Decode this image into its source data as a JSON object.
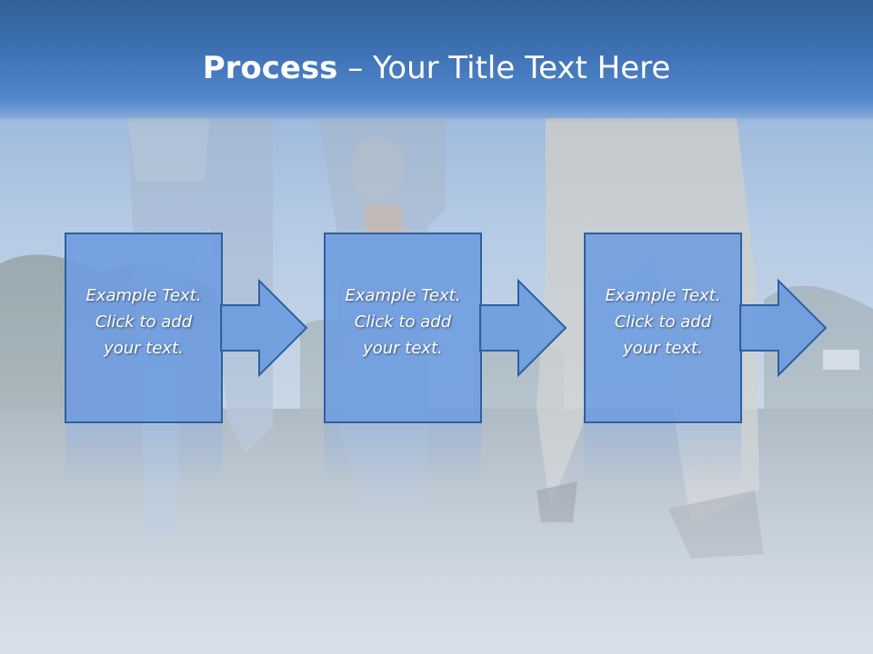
{
  "slide": {
    "title_bold": "Process",
    "title_rest": " – Your Title Text Here"
  },
  "steps": [
    {
      "line1": "Example Text.",
      "line2": "Click  to add",
      "line3": "your text."
    },
    {
      "line1": "Example Text.",
      "line2": "Click  to add",
      "line3": "your text."
    },
    {
      "line1": "Example Text.",
      "line2": "Click  to add",
      "line3": "your text."
    }
  ],
  "colors": {
    "title_bar": "#3f73b6",
    "box_fill": "#6a9ade",
    "box_stroke": "#2e5d9c",
    "text": "#ffffff"
  }
}
